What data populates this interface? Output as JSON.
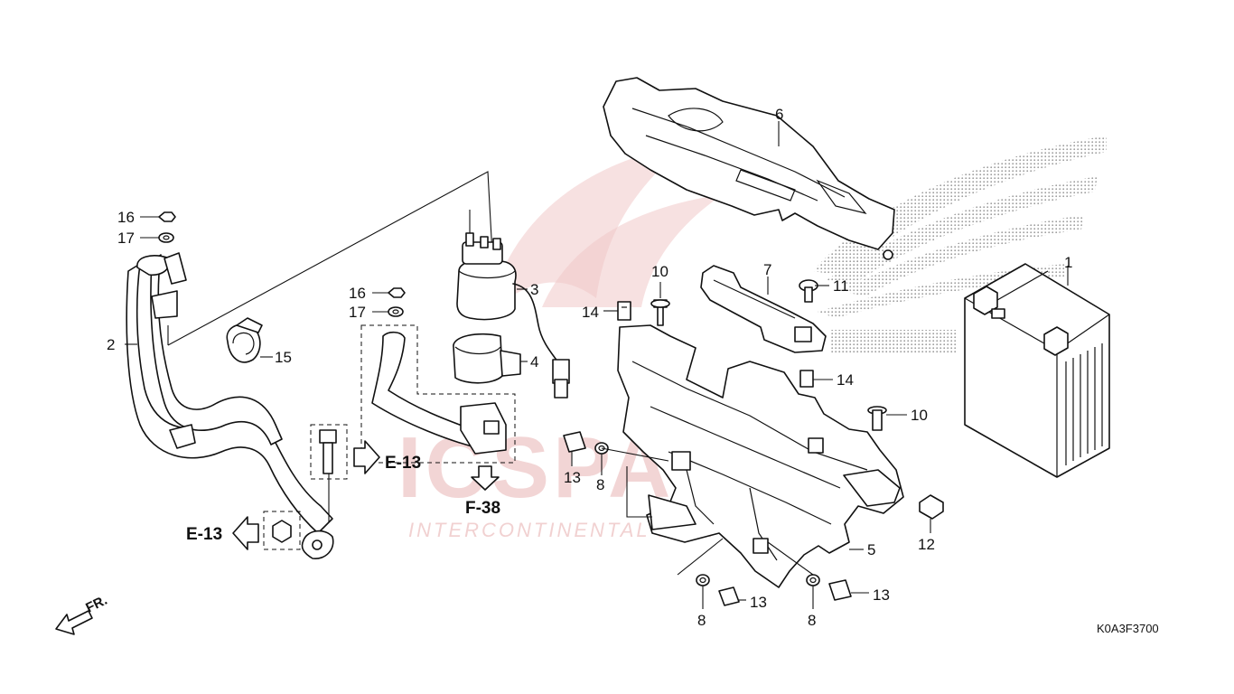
{
  "diagram": {
    "code": "K0A3F3700",
    "watermark": {
      "brand": "ICSPARTS",
      "tagline": "INTERCONTINENTAL PARTS"
    },
    "direction": {
      "label": "FR."
    },
    "references": {
      "e13_right": "E-13",
      "e13_left": "E-13",
      "f38": "F-38"
    },
    "callouts": {
      "c1": "1",
      "c2": "2",
      "c3": "3",
      "c4": "4",
      "c5": "5",
      "c6": "6",
      "c7": "7",
      "c8a": "8",
      "c8b": "8",
      "c8c": "8",
      "c10a": "10",
      "c10b": "10",
      "c11": "11",
      "c12": "12",
      "c13a": "13",
      "c13b": "13",
      "c13c": "13",
      "c14a": "14",
      "c14b": "14",
      "c15": "15",
      "c16a": "16",
      "c16b": "16",
      "c17a": "17",
      "c17b": "17"
    }
  }
}
